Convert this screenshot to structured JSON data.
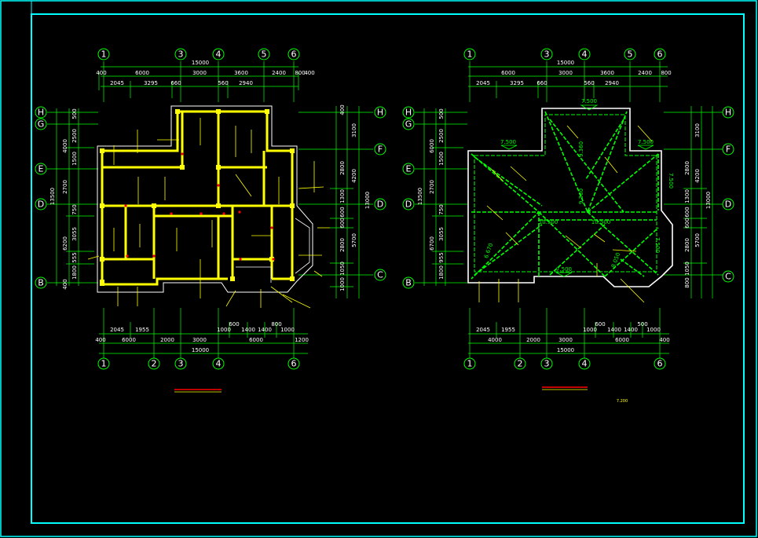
{
  "colors": {
    "background": "#000000",
    "frame": "#00ffff",
    "grid_bubble": "#00ff00",
    "dimension": "#00ff00",
    "wall_plan": "#ffff00",
    "column": "#ffff00",
    "roof_line": "#00ff00",
    "leader": "#ffff00",
    "wall_outline": "#ffffff",
    "red_marker": "#ff0000"
  },
  "left_plan": {
    "top_axes": [
      "1",
      "3",
      "4",
      "5",
      "6"
    ],
    "bottom_axes": [
      "1",
      "2",
      "3",
      "4",
      "6"
    ],
    "left_axes": [
      "H",
      "G",
      "E",
      "D",
      "B"
    ],
    "right_axes": [
      "H",
      "F",
      "D",
      "C"
    ],
    "top_total": "15000",
    "top_row1": [
      "400",
      "6000",
      "3000",
      "3600",
      "2400",
      "800",
      "400"
    ],
    "top_row2": [
      "2045",
      "3295",
      "660",
      "560",
      "2940"
    ],
    "bottom_row1": [
      "2045",
      "1955",
      "600",
      "1400",
      "1400",
      "800",
      "1000"
    ],
    "bottom_row2": [
      "400",
      "6000",
      "2000",
      "3000",
      "6000",
      "1200"
    ],
    "bottom_total": "15000",
    "left_total": "13500",
    "left_row1": [
      "4000",
      "2700",
      "6200",
      "400"
    ],
    "left_row2": [
      "500",
      "2500",
      "1500",
      "750",
      "3055",
      "555",
      "1800"
    ],
    "right_total": "13000",
    "right_row1": [
      "3100",
      "4200",
      "5700"
    ],
    "right_row2": [
      "400",
      "2800",
      "1300",
      "600",
      "600",
      "2800",
      "1050",
      "1000"
    ],
    "red_marker_label": ""
  },
  "right_plan": {
    "top_axes": [
      "1",
      "3",
      "4",
      "5",
      "6"
    ],
    "bottom_axes": [
      "1",
      "2",
      "3",
      "4",
      "6"
    ],
    "left_axes": [
      "H",
      "G",
      "E",
      "D",
      "B"
    ],
    "right_axes": [
      "H",
      "F",
      "D",
      "C"
    ],
    "top_total": "15000",
    "top_row1": [
      "6000",
      "3000",
      "3600",
      "2400",
      "800"
    ],
    "top_row2": [
      "2045",
      "3295",
      "660",
      "560",
      "2940"
    ],
    "bottom_row1": [
      "2045",
      "1955",
      "600",
      "1400",
      "1400",
      "500",
      "1000"
    ],
    "bottom_row2": [
      "4000",
      "2000",
      "3000",
      "1000",
      "6000",
      "400"
    ],
    "bottom_total": "15000",
    "left_total": "13500",
    "left_row1": [
      "6000",
      "2700",
      "6700"
    ],
    "left_row2": [
      "500",
      "2500",
      "1500",
      "750",
      "3055",
      "955",
      "1800"
    ],
    "right_total": "13000",
    "right_row1": [
      "3100",
      "4200",
      "5700"
    ],
    "right_row2": [
      "2800",
      "1300",
      "600",
      "600",
      "2800",
      "1050",
      "800"
    ],
    "elevations": [
      "7.500",
      "7.500",
      "7.500",
      "7.500",
      "10.500",
      "10.500",
      "7.500",
      "7.500",
      "9.360",
      "9.360",
      "6.670",
      "8.050"
    ],
    "scale_note": "7.200"
  }
}
